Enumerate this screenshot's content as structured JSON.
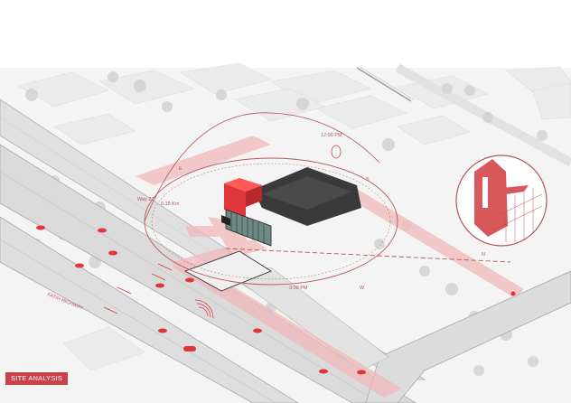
{
  "title_badge": {
    "label": "SITE ANALYSIS",
    "color": "#c9424a"
  },
  "diagram": {
    "type": "axonometric site analysis",
    "colors": {
      "background": "#ffffff",
      "ground": "#f3f3f3",
      "road": "#dcdcdc",
      "road_edge": "#a8a8a8",
      "accent_red": "#e0363a",
      "accent_pink": "#f1b8ba",
      "dark_building": "#3a3a3a",
      "sun_path": "#b5545a",
      "tree": "#cfcfcf"
    },
    "labels": {
      "highway": "FATIH HIGHWAY",
      "street_left": "Way 27",
      "street_left_dist": "0.15 Km",
      "sun_top": "12:00 PM",
      "sun_bottom": "3:00 PM",
      "dir_e": "E",
      "dir_s": "S",
      "dir_w": "W",
      "dir_n": "N"
    },
    "elements": [
      "Sun path arc",
      "Site boundary ellipse",
      "Highway with traffic (red cars)",
      "Pedestrian access path (pink)",
      "Red building block with glazed facade",
      "Dark roof adjacent building",
      "Detail inset circle of building corner",
      "Dashed view axis line"
    ]
  }
}
